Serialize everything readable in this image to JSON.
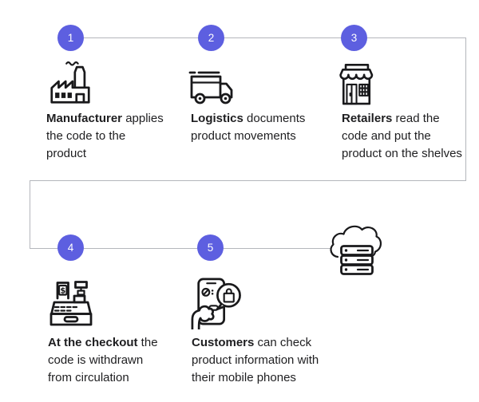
{
  "diagram": {
    "colors": {
      "accent": "#5d5fe0",
      "connector_line": "#b4b6bc",
      "text": "#1e1e20",
      "icon_stroke": "#19191b",
      "background": "#ffffff",
      "step_number_text": "#ffffff"
    },
    "register_dollar": "$",
    "steps": [
      {
        "number": "1",
        "icon": "factory-icon",
        "bold": "Manufacturer",
        "line1_rest": " applies",
        "line2": "the code to the",
        "line3": "product"
      },
      {
        "number": "2",
        "icon": "delivery-truck-icon",
        "bold": "Logistics",
        "line1_rest": " documents",
        "line2": "product movements",
        "line3": ""
      },
      {
        "number": "3",
        "icon": "storefront-icon",
        "bold": "Retailers",
        "line1_rest": " read the",
        "line2": "code and put the",
        "line3": "product on the shelves"
      },
      {
        "number": "4",
        "icon": "cash-register-icon",
        "bold": "At the checkout",
        "line1_rest": " the",
        "line2": "code is withdrawn",
        "line3": "from circulation"
      },
      {
        "number": "5",
        "icon": "customer-phone-icon",
        "bold": "Customers",
        "line1_rest": " can check",
        "line2": "product information with",
        "line3": "their mobile phones"
      }
    ],
    "cloud": {
      "icon": "cloud-server-icon"
    }
  }
}
